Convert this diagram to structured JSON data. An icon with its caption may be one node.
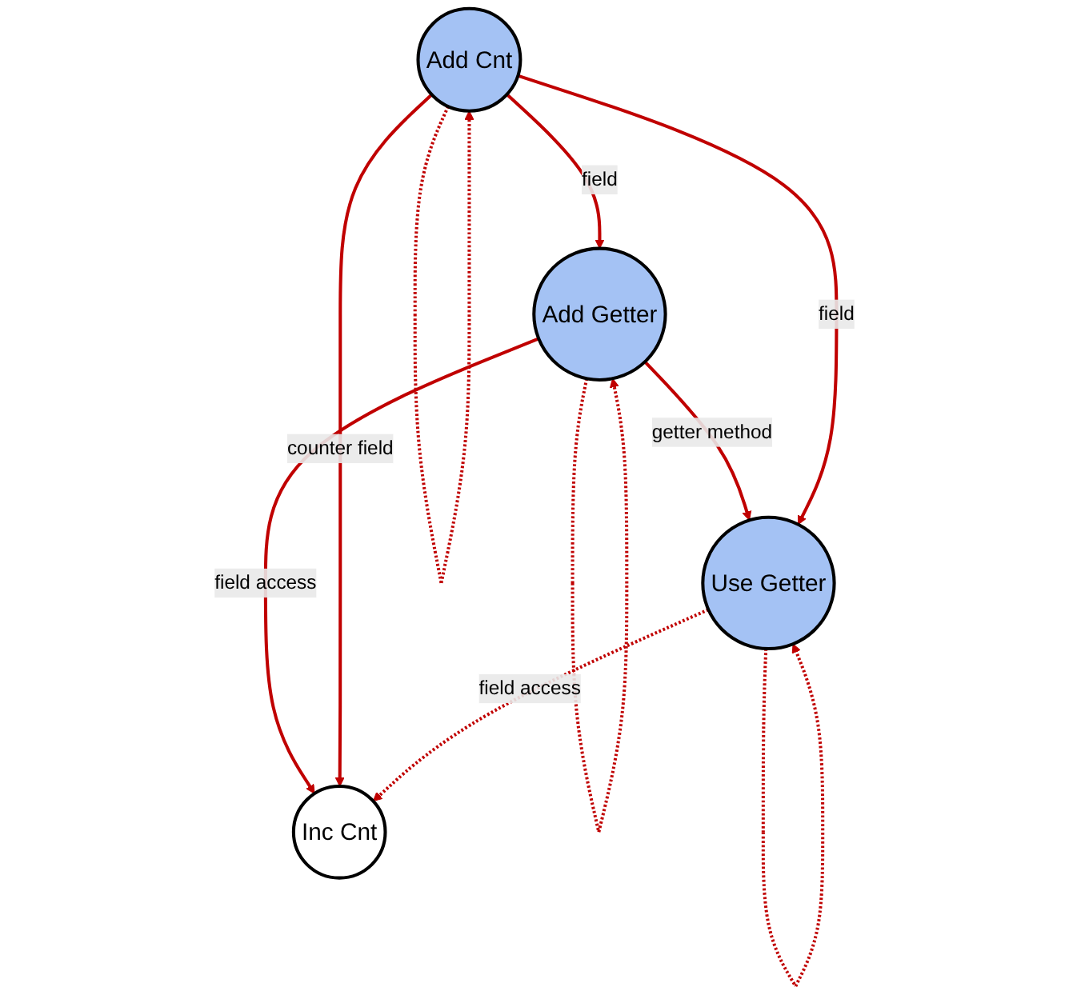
{
  "diagram": {
    "nodes": [
      {
        "text": [
          "Add Getter"
        ]
      },
      {
        "text": [
          "Add Cnt"
        ]
      },
      {
        "text": [
          "Use Getter"
        ]
      },
      {
        "text": [
          "Inc Cnt"
        ]
      }
    ],
    "edges": [
      {
        "from": 0,
        "to": 0,
        "arrow": "to",
        "style": "dashed"
      },
      {
        "from": 1,
        "to": 1,
        "arrow": "to",
        "style": "dashed"
      },
      {
        "from": 1,
        "to": 0,
        "arrow": "to",
        "label": "field"
      },
      {
        "from": 0,
        "to": 2,
        "arrow": "to",
        "label": "getter method"
      },
      {
        "from": 0,
        "to": 3,
        "arrow": "to",
        "label": "field access"
      },
      {
        "from": 1,
        "to": 2,
        "arrow": "to",
        "label": "field"
      },
      {
        "from": 1,
        "to": 3,
        "arrow": "to",
        "label": "counter field"
      },
      {
        "from": 2,
        "to": 3,
        "arrow": "to",
        "style": "dashed",
        "label": "field access"
      },
      {
        "from": 2,
        "to": 2,
        "arrow": "to",
        "style": "dashed"
      }
    ]
  }
}
